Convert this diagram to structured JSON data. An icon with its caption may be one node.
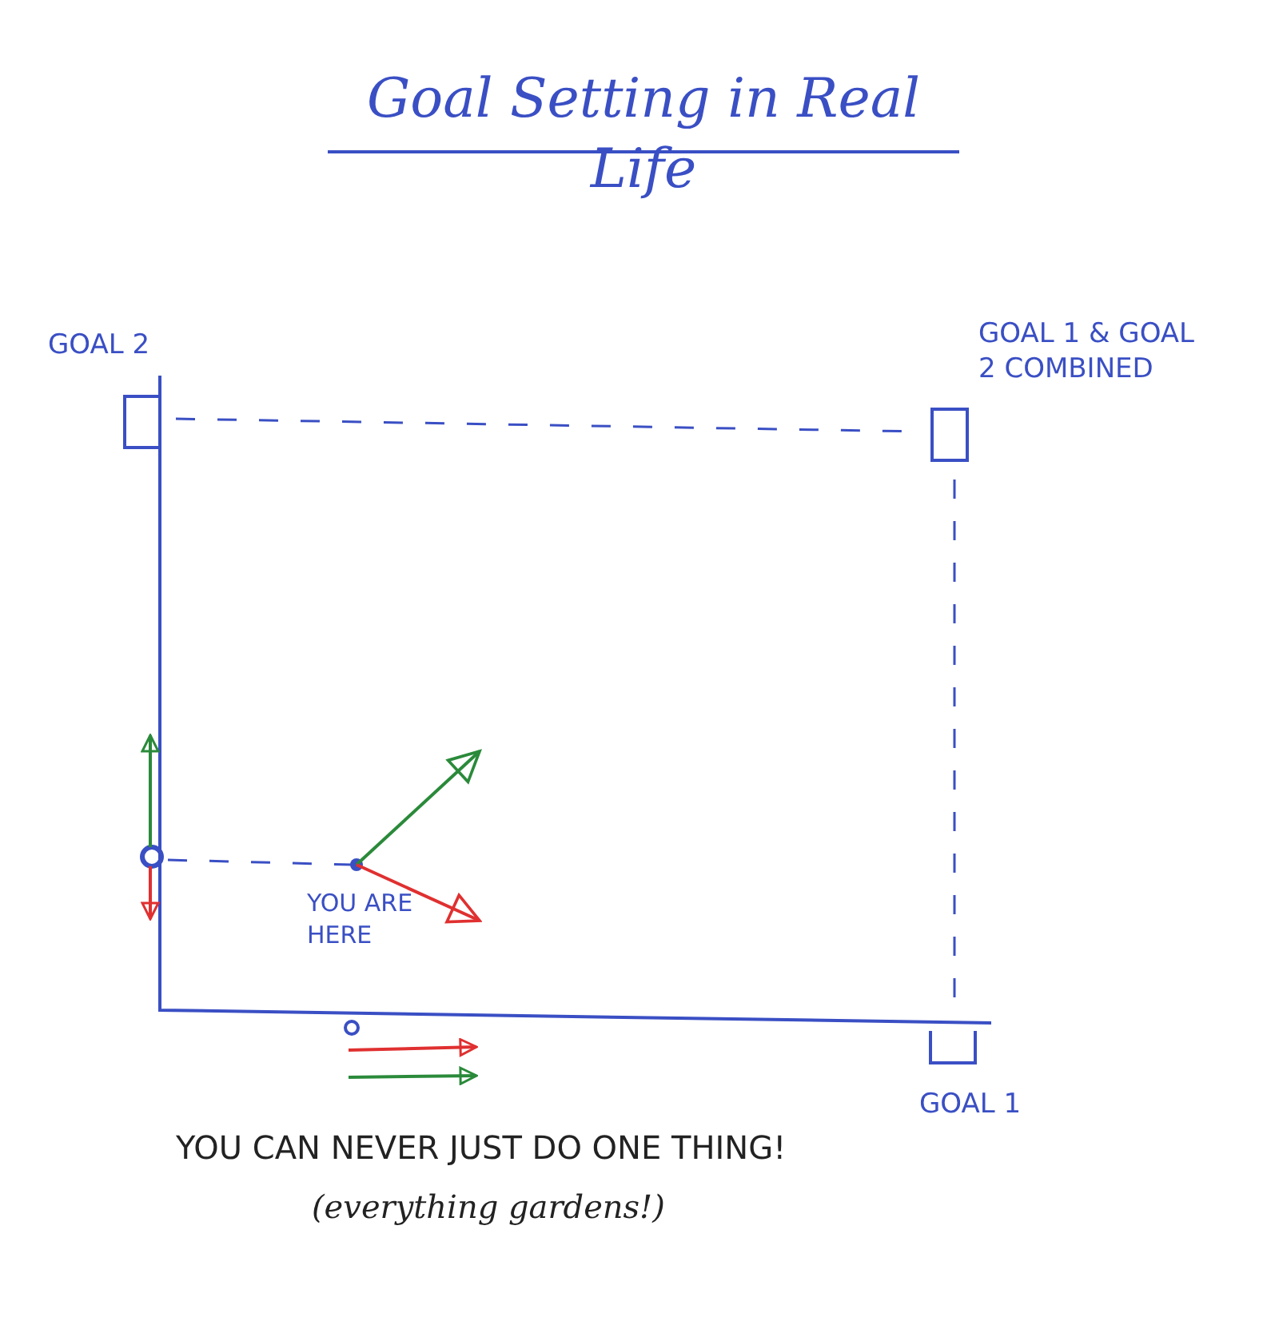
{
  "diagram": {
    "title": "Goal Setting in Real Life",
    "labels": [
      "GOAL 2",
      "GOAL 1 & GOAL 2 COMBINED",
      "YOU ARE HERE",
      "GOAL 1",
      "YOU CAN NEVER JUST DO ONE THING!",
      "(everything gardens!)"
    ]
  }
}
